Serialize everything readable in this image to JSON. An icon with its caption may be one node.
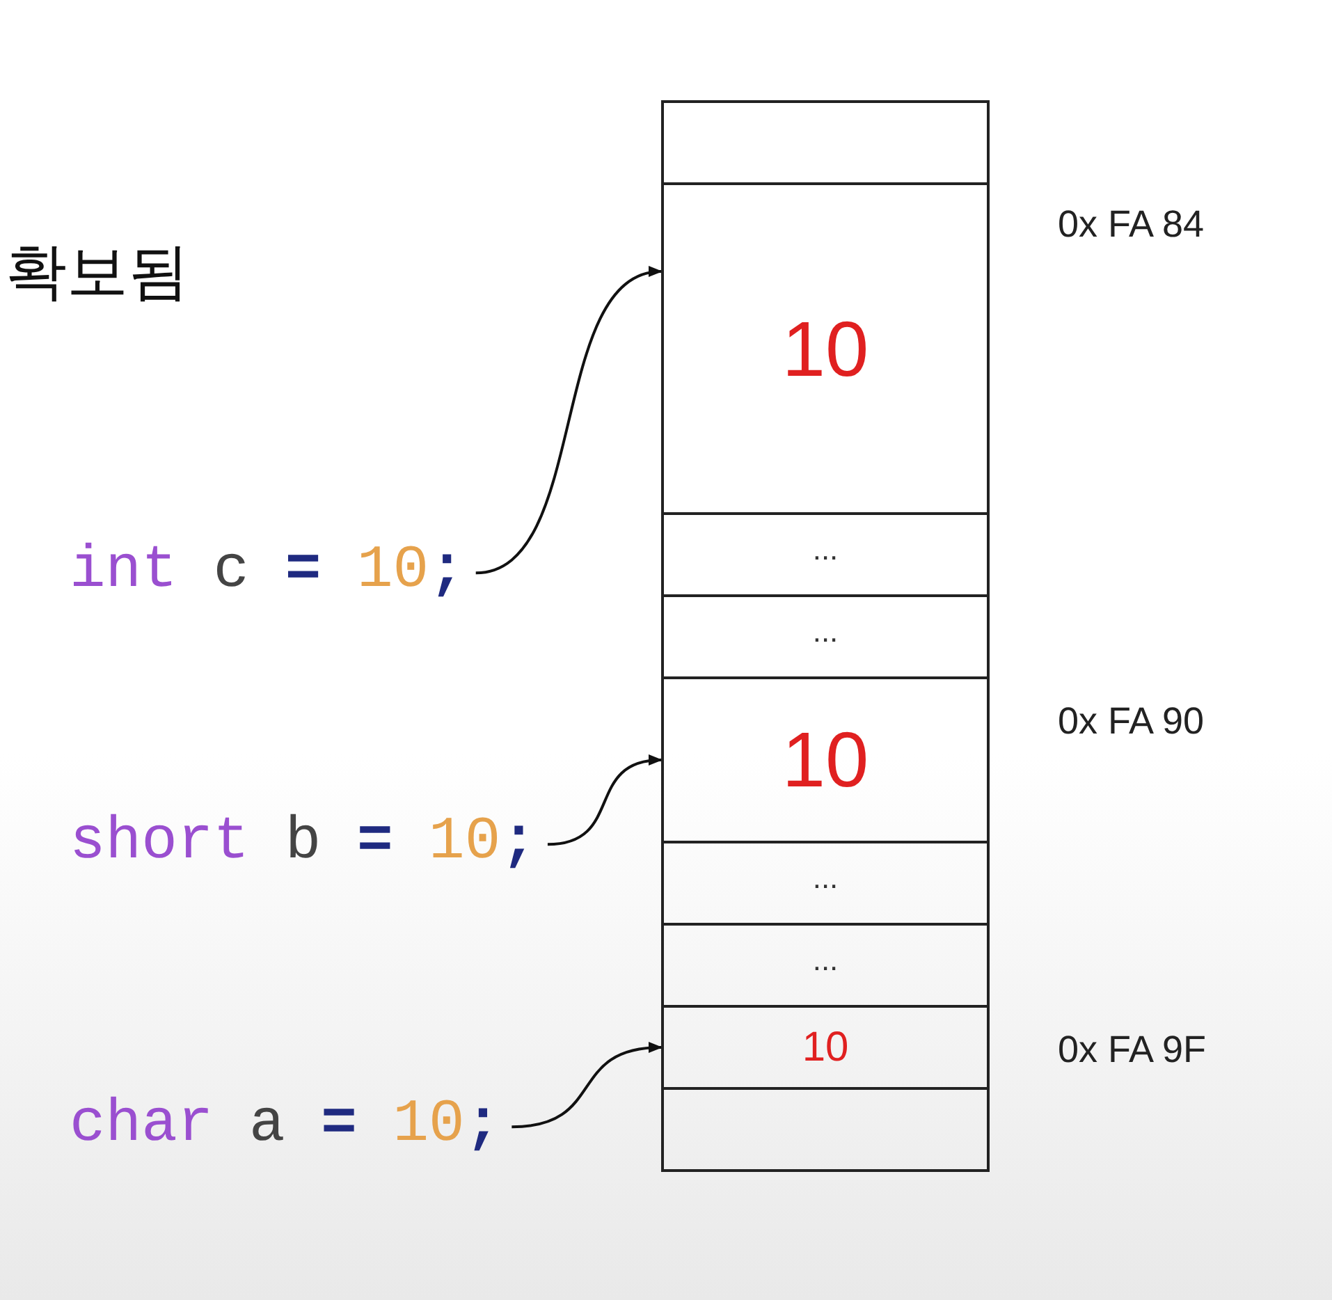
{
  "diagram": {
    "nodes": [
      {
        "text": [],
        "shape": "box"
      },
      {
        "text": [
          "10"
        ],
        "beside": [
          "0x FA 84"
        ]
      },
      {
        "text": [
          "..."
        ]
      },
      {
        "text": [
          "..."
        ]
      },
      {
        "text": [
          "10"
        ],
        "beside": [
          "0x FA 90"
        ]
      },
      {
        "text": [
          "..."
        ]
      },
      {
        "text": [
          "..."
        ]
      },
      {
        "text": [
          "10"
        ],
        "beside": [
          "0x FA 9F"
        ]
      },
      {
        "text": [],
        "shape": "box"
      },
      {
        "text": [
          "int c = 10;"
        ]
      },
      {
        "text": [
          "short b = 10;"
        ]
      },
      {
        "text": [
          "char a = 10;"
        ]
      }
    ],
    "edges": [
      {
        "from": 9,
        "to": 1,
        "arrow": "to"
      },
      {
        "from": 10,
        "to": 4,
        "arrow": "to"
      },
      {
        "from": 11,
        "to": 7,
        "arrow": "to"
      }
    ],
    "labels": [
      "확보됨"
    ]
  }
}
